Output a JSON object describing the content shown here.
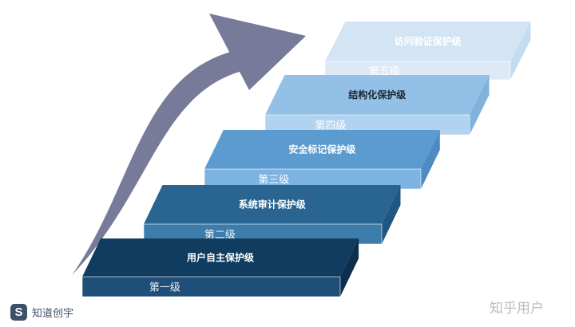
{
  "steps": [
    {
      "title": "用户自主保护级",
      "level": "第一级",
      "top_color": "#0f3c5f",
      "face_color": "#1f4f78",
      "side_color": "#0b2f4d",
      "title_color": "#ffffff",
      "level_color": "#eaf2f9"
    },
    {
      "title": "系统审计保护级",
      "level": "第二级",
      "top_color": "#2a6592",
      "face_color": "#3d7dab",
      "side_color": "#1f5682",
      "title_color": "#ffffff",
      "level_color": "#eef5fb"
    },
    {
      "title": "安全标记保护级",
      "level": "第三级",
      "top_color": "#5c9bd0",
      "face_color": "#7db3e0",
      "side_color": "#4d8bc2",
      "title_color": "#ffffff",
      "level_color": "#ffffff"
    },
    {
      "title": "结构化保护级",
      "level": "第四级",
      "top_color": "#93c0e6",
      "face_color": "#b1d3ef",
      "side_color": "#80b2de",
      "title_color": "#1a2530",
      "level_color": "#ffffff"
    },
    {
      "title": "访问验证保护级",
      "level": "第五级",
      "top_color": "#d3e5f5",
      "face_color": "#dde9f5",
      "side_color": "#c5dcf0",
      "title_color": "#ffffff",
      "level_color": "#ffffff"
    }
  ],
  "arrow_color": "#777a99",
  "brand": {
    "icon": "s-logo-icon",
    "name": "知道创宇",
    "color": "#3d5166"
  },
  "watermark": "知乎用户"
}
